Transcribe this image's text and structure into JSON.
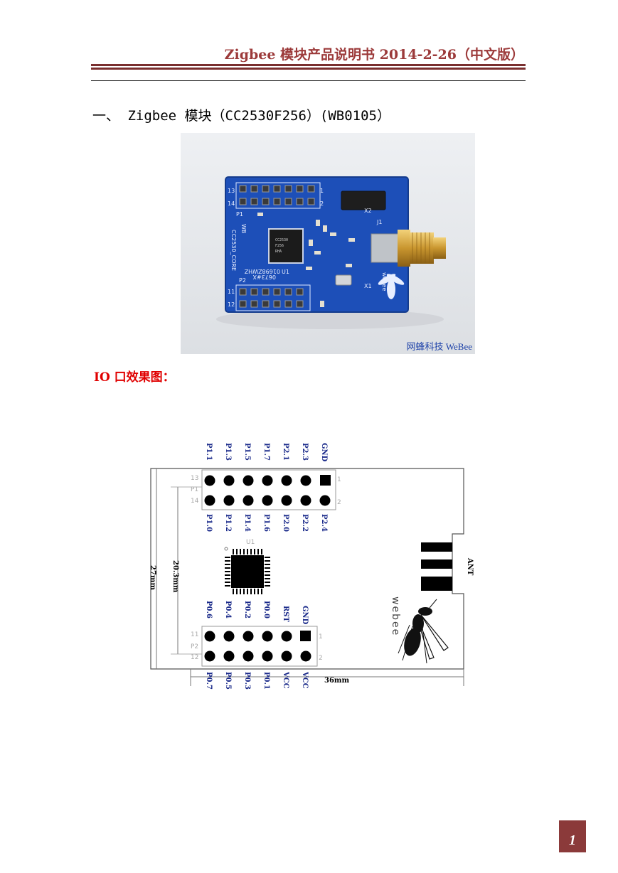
{
  "header": {
    "title": "Zigbee 模块产品说明书 2014-2-26（中文版）"
  },
  "section": {
    "heading": "一、 Zigbee 模块（CC2530F256）(WB0105）"
  },
  "photo": {
    "watermark": "网蜂科技 WeBee",
    "silk": {
      "p1": "P1",
      "p2": "P2",
      "wb": "WB",
      "core": "CC2530_CORE",
      "x1": "X1",
      "x2": "X2",
      "j1": "J1",
      "u1": "U1",
      "num13": "13",
      "num14": "14",
      "num11": "11",
      "num12": "12",
      "num1": "1",
      "num2": "2",
      "brand": "webee",
      "serial": "0673#X",
      "code": "01698ZWHZ"
    }
  },
  "io_title": "IO 口效果图：",
  "diagram": {
    "top_header_labels": [
      "P1.1",
      "P1.3",
      "P1.5",
      "P1.7",
      "P2.1",
      "P2.3",
      "GND"
    ],
    "top_header_labels_bottom": [
      "P1.0",
      "P1.2",
      "P1.4",
      "P1.6",
      "P2.0",
      "P2.2",
      "P2.4"
    ],
    "bottom_header_labels": [
      "P0.6",
      "P0.4",
      "P0.2",
      "P0.0",
      "RST",
      "GND"
    ],
    "bottom_header_labels_bottom": [
      "P0.7",
      "P0.5",
      "P0.3",
      "P0.1",
      "VCC",
      "VCC"
    ],
    "p1_label": "P1",
    "p2_label": "P2",
    "pin13": "13",
    "pin14": "14",
    "pin11": "11",
    "pin12": "12",
    "pin1a": "1",
    "pin2a": "2",
    "pin1b": "1",
    "pin2b": "2",
    "u1_label": "U1",
    "dim_height": "27mm",
    "dim_pitch": "20.3mm",
    "dim_width": "36mm",
    "ant_label": "ANT",
    "brand": "webee"
  },
  "page_number": "1",
  "colors": {
    "header": "#9c3a3a",
    "rule": "#7a2f2f",
    "io_title": "#e00000",
    "pin_label": "#1a2a8a",
    "page_box": "#8b3a3a"
  }
}
